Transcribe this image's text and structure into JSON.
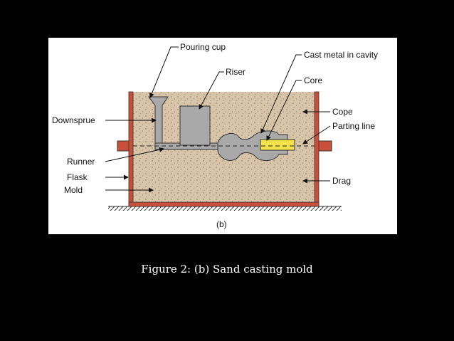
{
  "figure": {
    "labels": {
      "pouring_cup": "Pouring cup",
      "riser": "Riser",
      "cast_metal": "Cast metal in cavity",
      "core": "Core",
      "downsprue": "Downsprue",
      "cope": "Cope",
      "parting_line": "Parting line",
      "runner": "Runner",
      "flask": "Flask",
      "mold": "Mold",
      "drag": "Drag"
    },
    "panel_label": "(b)",
    "colors": {
      "flask": "#c8503a",
      "sand": "#d8c4a8",
      "metal": "#a9a9a9",
      "core": "#f3e24a"
    }
  },
  "caption": "Figure 2: (b) Sand casting mold"
}
